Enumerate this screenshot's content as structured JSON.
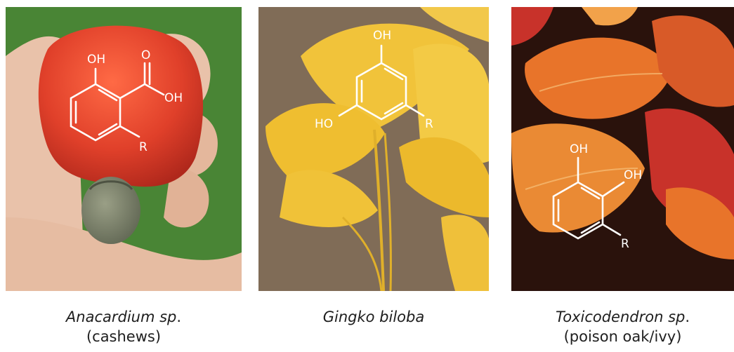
{
  "panels": [
    {
      "photo": "cashew apple in hand",
      "structure_labels": {
        "oh": "OH",
        "carbonyl": "O",
        "acid_oh": "OH",
        "r": "R"
      },
      "caption_genus": "Anacardium sp",
      "caption_suffix": ".",
      "caption_common": "(cashews)",
      "colors": {
        "fruit": "#e0402a",
        "grass": "#4f8a3a",
        "hand": "#e9c2aa"
      }
    },
    {
      "photo": "yellow ginkgo leaves on stone",
      "structure_labels": {
        "top_oh": "OH",
        "left_ho": "HO",
        "r": "R"
      },
      "caption_genus": "Gingko biloba",
      "caption_suffix": "",
      "caption_common": "",
      "colors": {
        "leaf": "#f1c33a",
        "stone": "#8a7560"
      }
    },
    {
      "photo": "red and orange poison oak leaves",
      "structure_labels": {
        "oh1": "OH",
        "oh2": "OH",
        "r": "R"
      },
      "caption_genus": "Toxicodendron sp",
      "caption_suffix": ".",
      "caption_common": "(poison oak/ivy)",
      "colors": {
        "leaf": "#e8742a",
        "leaf_red": "#c8322a",
        "shadow": "#2a120c"
      }
    }
  ]
}
